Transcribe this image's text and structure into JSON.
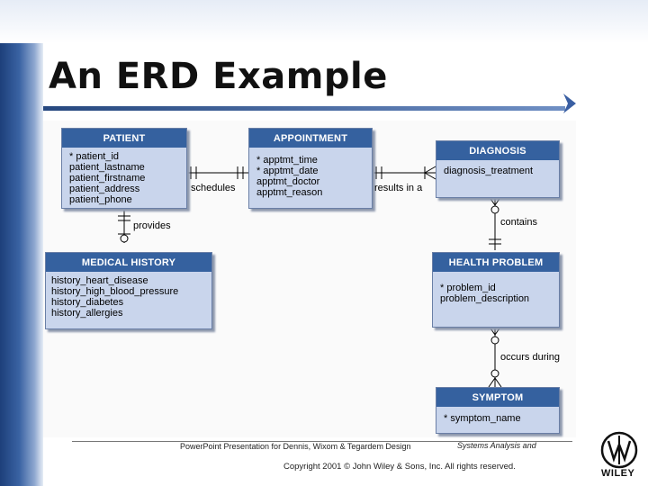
{
  "slide": {
    "title": "An ERD Example"
  },
  "entities": {
    "patient": {
      "name": "PATIENT",
      "attributes": [
        "* patient_id",
        "patient_lastname",
        "patient_firstname",
        "patient_address",
        "patient_phone"
      ]
    },
    "appointment": {
      "name": "APPOINTMENT",
      "attributes": [
        "* apptmt_time",
        "* apptmt_date",
        "apptmt_doctor",
        "apptmt_reason"
      ]
    },
    "diagnosis": {
      "name": "DIAGNOSIS",
      "attributes": [
        "diagnosis_treatment"
      ]
    },
    "medical_history": {
      "name": "MEDICAL HISTORY",
      "attributes": [
        "history_heart_disease",
        "history_high_blood_pressure",
        "history_diabetes",
        "history_allergies"
      ]
    },
    "health_problem": {
      "name": "HEALTH PROBLEM",
      "attributes": [
        "* problem_id",
        "problem_description"
      ]
    },
    "symptom": {
      "name": "SYMPTOM",
      "attributes": [
        "* symptom_name"
      ]
    }
  },
  "relationships": {
    "schedules": "schedules",
    "results_in": "results in a",
    "provides": "provides",
    "contains": "contains",
    "occurs_during": "occurs during"
  },
  "footer": {
    "presentation": "PowerPoint Presentation for Dennis, Wixom & Tegardem Design",
    "book": "Systems Analysis and",
    "copyright": "Copyright 2001 © John Wiley & Sons, Inc. All rights reserved.",
    "logo_text": "WILEY"
  },
  "colors": {
    "entity_header": "#35619f",
    "entity_body": "#c9d5ec",
    "left_band": "#1d3f7a"
  }
}
